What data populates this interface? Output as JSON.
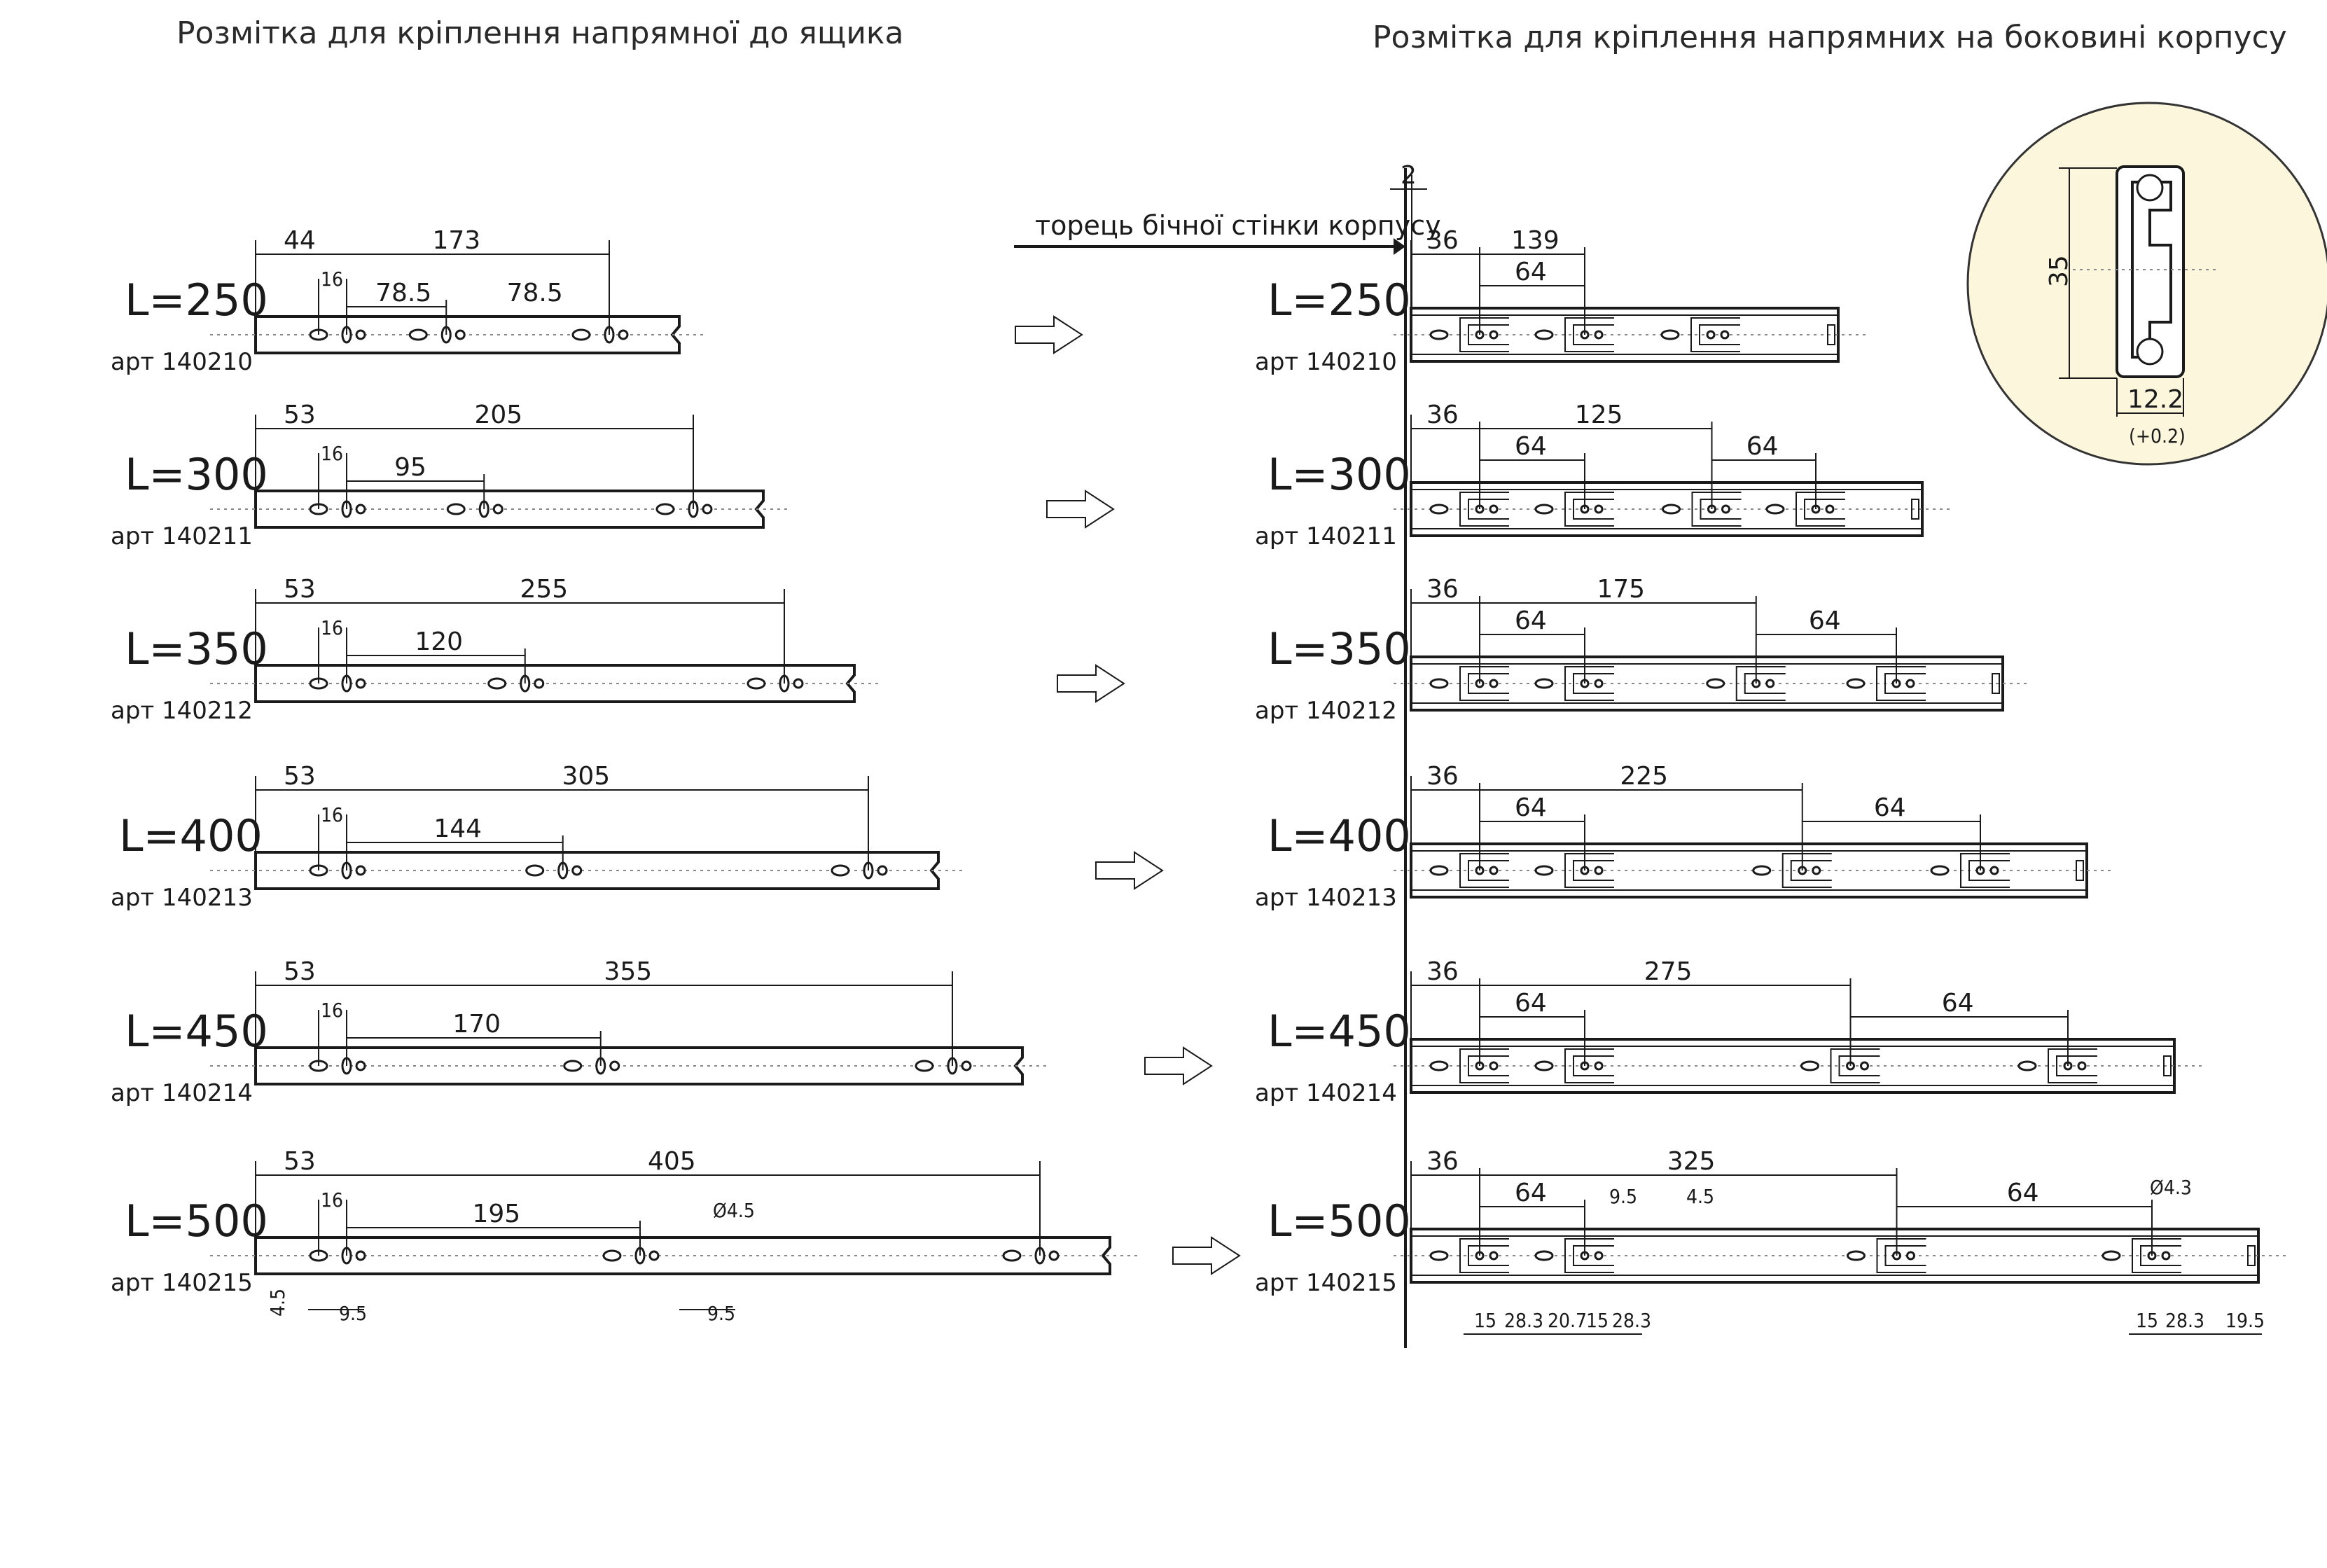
{
  "titles": {
    "left": "Розмітка для кріплення напрямної до ящика",
    "right": "Розмітка для кріплення напрямних на боковині корпусу"
  },
  "side_note": "торець бічної стінки корпусу",
  "gap_label": "2",
  "rows": [
    {
      "L": "L=250",
      "art": "арт 140210",
      "left_dims": [
        "44",
        "173",
        "16",
        "78.5",
        "78.5"
      ],
      "right_dims": [
        "36",
        "139",
        "64"
      ]
    },
    {
      "L": "L=300",
      "art": "арт 140211",
      "left_dims": [
        "53",
        "205",
        "16",
        "95"
      ],
      "right_dims": [
        "36",
        "125",
        "64",
        "64"
      ]
    },
    {
      "L": "L=350",
      "art": "арт 140212",
      "left_dims": [
        "53",
        "255",
        "16",
        "120"
      ],
      "right_dims": [
        "36",
        "175",
        "64",
        "64"
      ]
    },
    {
      "L": "L=400",
      "art": "арт 140213",
      "left_dims": [
        "53",
        "305",
        "16",
        "144"
      ],
      "right_dims": [
        "36",
        "225",
        "64",
        "64"
      ]
    },
    {
      "L": "L=450",
      "art": "арт 140214",
      "left_dims": [
        "53",
        "355",
        "16",
        "170"
      ],
      "right_dims": [
        "36",
        "275",
        "64",
        "64"
      ]
    },
    {
      "L": "L=500",
      "art": "арт 140215",
      "left_dims": [
        "53",
        "405",
        "16",
        "195"
      ],
      "right_dims": [
        "36",
        "325",
        "64",
        "64"
      ]
    }
  ],
  "bottom_left": {
    "d1": "Ø4.5",
    "a": "4.5",
    "b": "9.5",
    "c": "9.5"
  },
  "bottom_right": {
    "d1": "9.5",
    "d2": "4.5",
    "d3": "Ø4.3",
    "chain": [
      "15",
      "28.3",
      "20.7",
      "15",
      "28.3"
    ],
    "chain_end": [
      "15",
      "28.3",
      "19.5"
    ]
  },
  "profile": {
    "height": "35",
    "width": "12.2",
    "tol": "(+0.2)",
    "bg_color": "#fbf6dc"
  }
}
